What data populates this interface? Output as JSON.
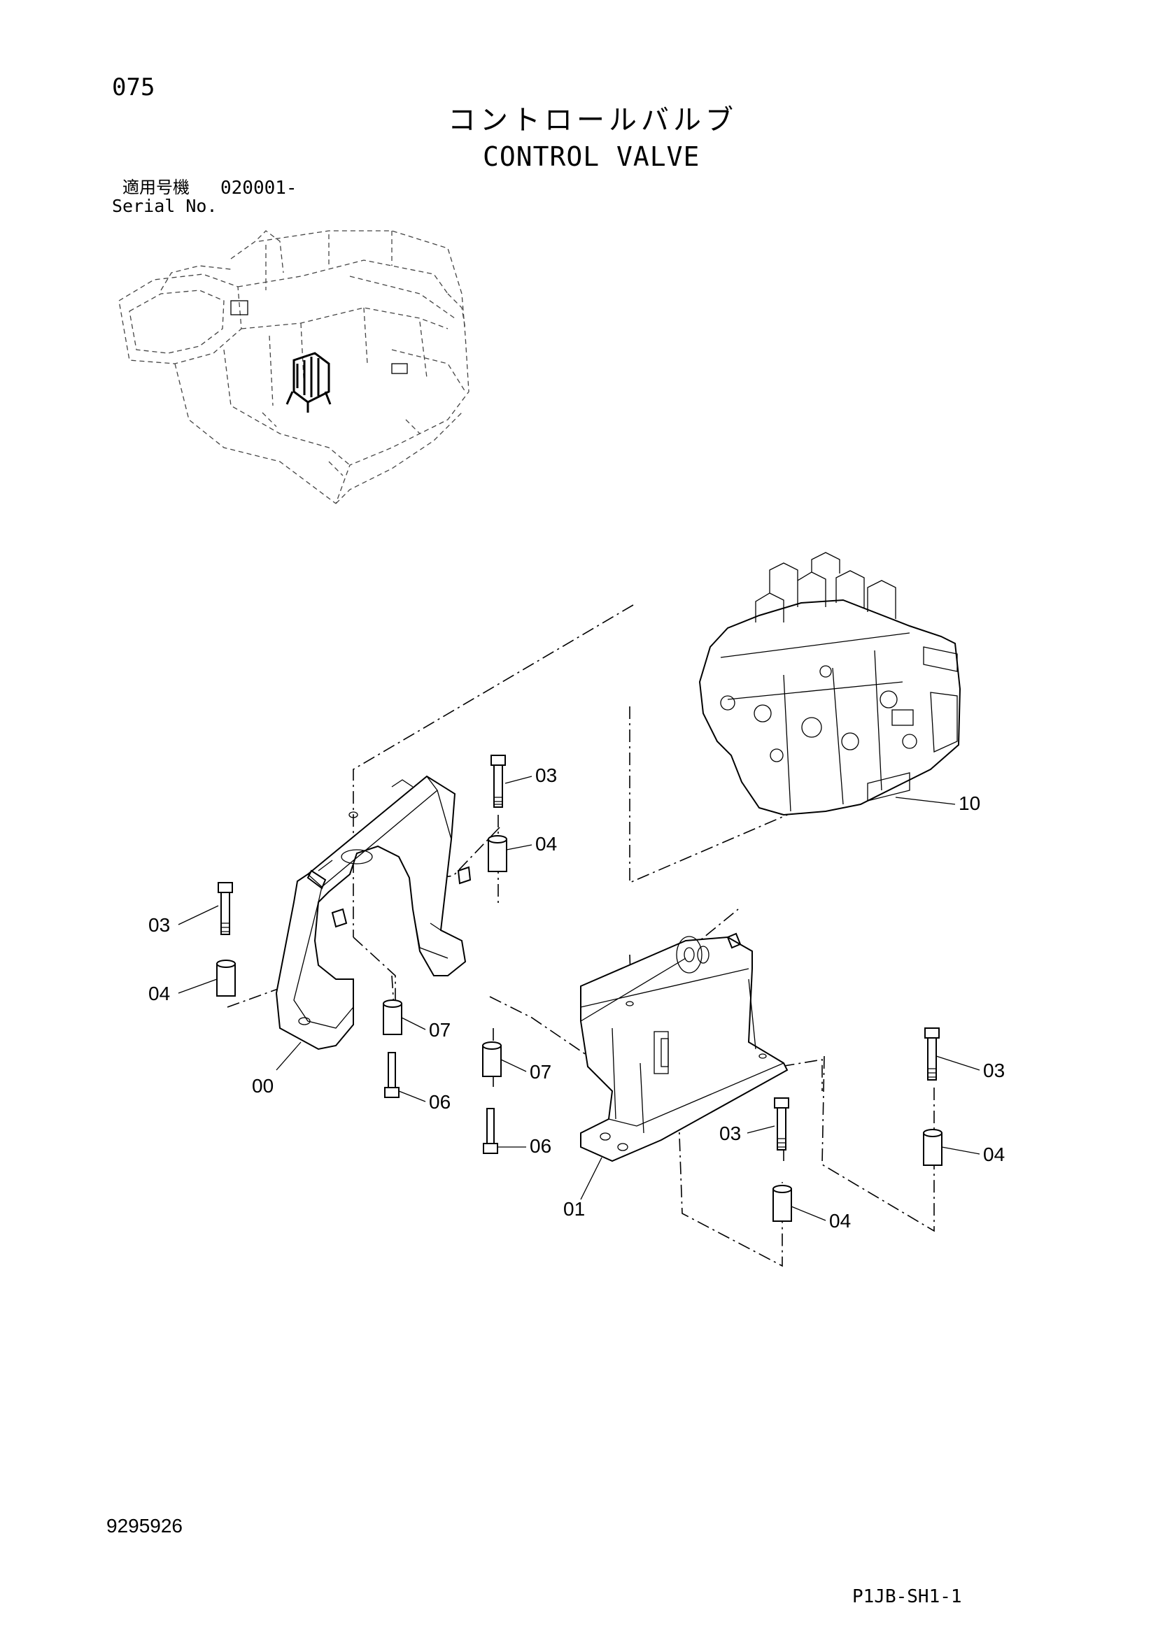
{
  "page_number": "075",
  "title_jp": "コントロールバルブ",
  "title_en": "CONTROL VALVE",
  "serial_label_jp": "適用号機",
  "serial_value": "020001-",
  "serial_label_en": "Serial No.",
  "drawing_number": "9295926",
  "sheet_code": "P1JB-SH1-1",
  "callouts": {
    "valve": "10",
    "bracket_left": "00",
    "bracket_right": "01",
    "bolt_a": "03",
    "collar_a": "04",
    "bolt_b": "03",
    "collar_b": "04",
    "collar_c": "07",
    "bolt_c": "06",
    "collar_d": "07",
    "bolt_d": "06",
    "bolt_e": "03",
    "collar_e": "04",
    "bolt_f": "03",
    "collar_f": "04"
  }
}
